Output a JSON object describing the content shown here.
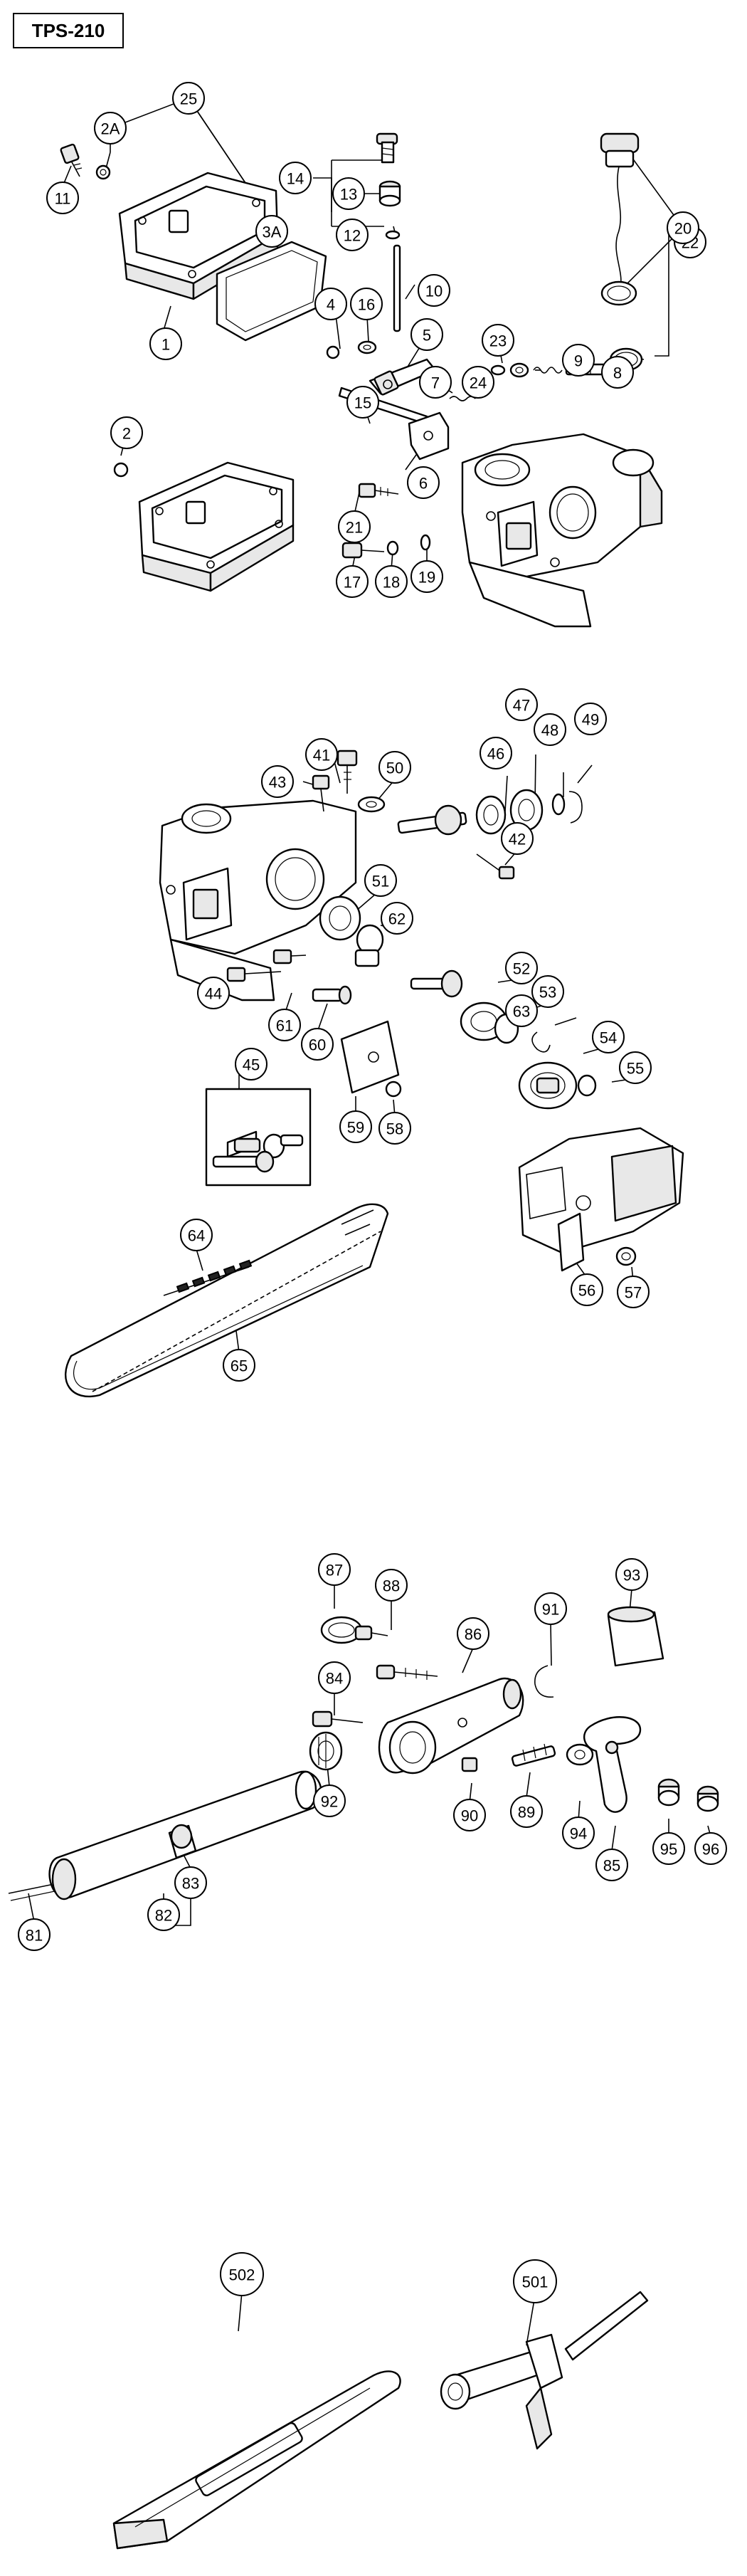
{
  "model": "TPS-210",
  "callouts": {
    "s1": [
      "25",
      "2A",
      "11",
      "3A",
      "14",
      "13",
      "12",
      "10",
      "1",
      "4",
      "16",
      "5",
      "23",
      "9",
      "8",
      "22",
      "20",
      "24",
      "7",
      "2",
      "15",
      "6",
      "21",
      "17",
      "18",
      "19"
    ],
    "s2": [
      "47",
      "41",
      "48",
      "49",
      "50",
      "46",
      "43",
      "42",
      "51",
      "62",
      "44",
      "61",
      "52",
      "60",
      "53",
      "63",
      "54",
      "55",
      "45",
      "59",
      "58",
      "64",
      "56",
      "57",
      "65"
    ],
    "s3": [
      "87",
      "93",
      "88",
      "86",
      "91",
      "84",
      "92",
      "89",
      "90",
      "94",
      "85",
      "95",
      "96",
      "83",
      "81",
      "82"
    ],
    "s4": [
      "502",
      "501"
    ]
  }
}
